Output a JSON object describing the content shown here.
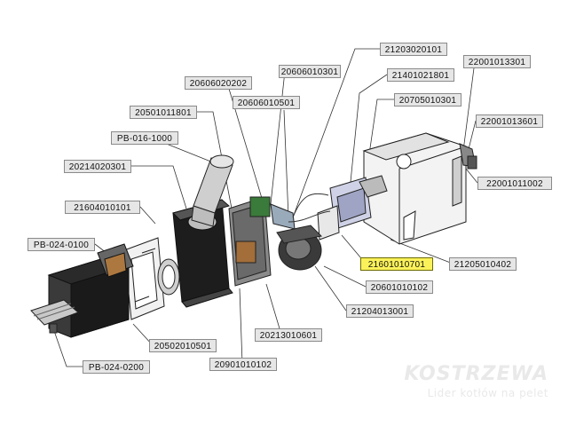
{
  "labels": {
    "l21203020101": "21203020101",
    "l20606010301": "20606010301",
    "l21401021801": "21401021801",
    "l22001013301": "22001013301",
    "l20606020202": "20606020202",
    "l20606010501": "20606010501",
    "l20705010301": "20705010301",
    "l20501011801": "20501011801",
    "l22001013601": "22001013601",
    "lPB0161000": "PB-016-1000",
    "l22001011002": "22001011002",
    "l20214020301": "20214020301",
    "l21604010101": "21604010101",
    "lPB0240100": "PB-024-0100",
    "l21601010701": "21601010701",
    "l21205010402": "21205010402",
    "l20601010102": "20601010102",
    "l21204013001": "21204013001",
    "l20213010601": "20213010601",
    "l20502010501": "20502010501",
    "l20901010102": "20901010102",
    "lPB0240200": "PB-024-0200"
  },
  "highlight_color": "#fbf25a",
  "brand": {
    "name": "KOSTRZEWA",
    "tagline": "Lider kotłów na pelet"
  }
}
